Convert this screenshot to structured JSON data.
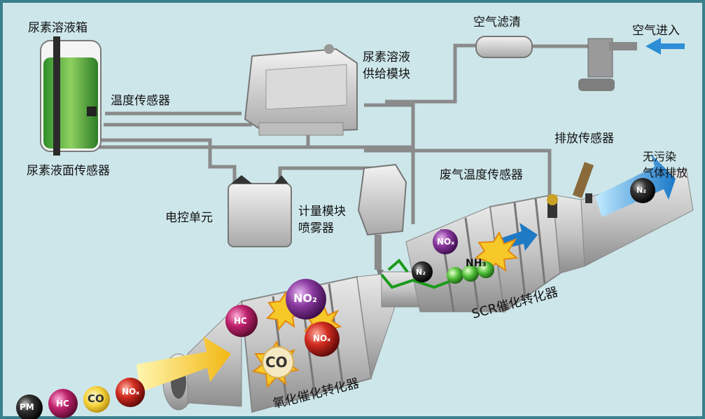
{
  "labels": {
    "urea_tank": "尿素溶液箱",
    "temp_sensor": "温度传感器",
    "level_sensor": "尿素液面传感器",
    "supply_module": "尿素溶液\n供给模块",
    "air_filter": "空气滤清",
    "air_in": "空气进入",
    "ecu": "电控单元",
    "dosing": "计量模块\n喷雾器",
    "exhaust_temp_sensor": "废气温度传感器",
    "exhaust_sensor": "排放传感器",
    "clean_gas": "无污染\n气体排放",
    "scr": "SCR催化转化器",
    "oxidation": "氧化催化转化器"
  },
  "molecules": {
    "pm": "PM",
    "hc": "HC",
    "co": "CO",
    "nox": "NOₓ",
    "no2": "NO₂",
    "nh3": "NH₃",
    "n2": "N₂"
  },
  "colors": {
    "background": "#cde6ea",
    "frame": "#3a7f8c",
    "urea": "#49b33a",
    "arrow_yellow": "#f2c01c",
    "arrow_blue": "#2d8ed6",
    "molecule_purple": "#7a2d8e",
    "molecule_red": "#c3211f",
    "molecule_magenta": "#b0206a"
  }
}
